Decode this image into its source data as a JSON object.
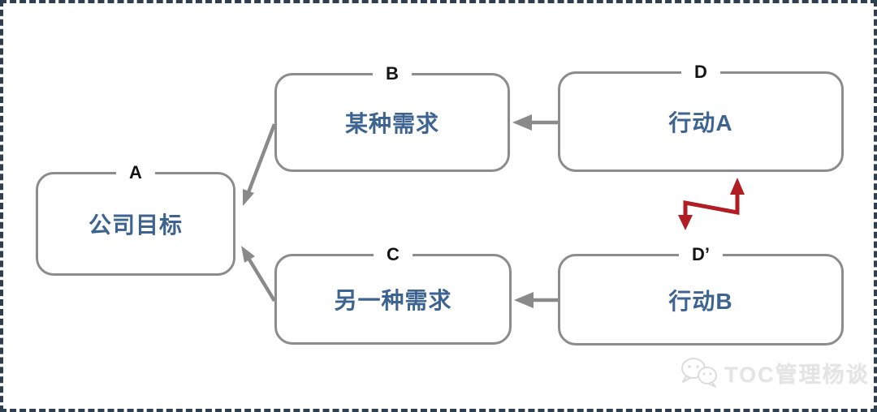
{
  "diagram": {
    "type": "evaporating-cloud",
    "nodes": [
      {
        "id": "A",
        "tag": "A",
        "text": "公司目标"
      },
      {
        "id": "B",
        "tag": "B",
        "text": "某种需求"
      },
      {
        "id": "C",
        "tag": "C",
        "text": "另一种需求"
      },
      {
        "id": "D",
        "tag": "D",
        "text": "行动A"
      },
      {
        "id": "Dp",
        "tag": "D’",
        "text": "行动B"
      }
    ],
    "edges": [
      {
        "from": "B",
        "to": "A"
      },
      {
        "from": "C",
        "to": "A"
      },
      {
        "from": "D",
        "to": "B"
      },
      {
        "from": "D’",
        "to": "C"
      },
      {
        "from": "D",
        "to": "D’",
        "type": "conflict"
      }
    ],
    "colors": {
      "node_border": "#8c8c8c",
      "node_text": "#3d6391",
      "tag_text": "#141414",
      "arrow": "#8a8a8a",
      "conflict_arrow": "#b01e24",
      "frame_dash": "#2e3f50",
      "watermark": "#e4e4e4"
    }
  },
  "watermark": {
    "text": "TOC管理杨谈",
    "icon": "wechat-icon"
  }
}
